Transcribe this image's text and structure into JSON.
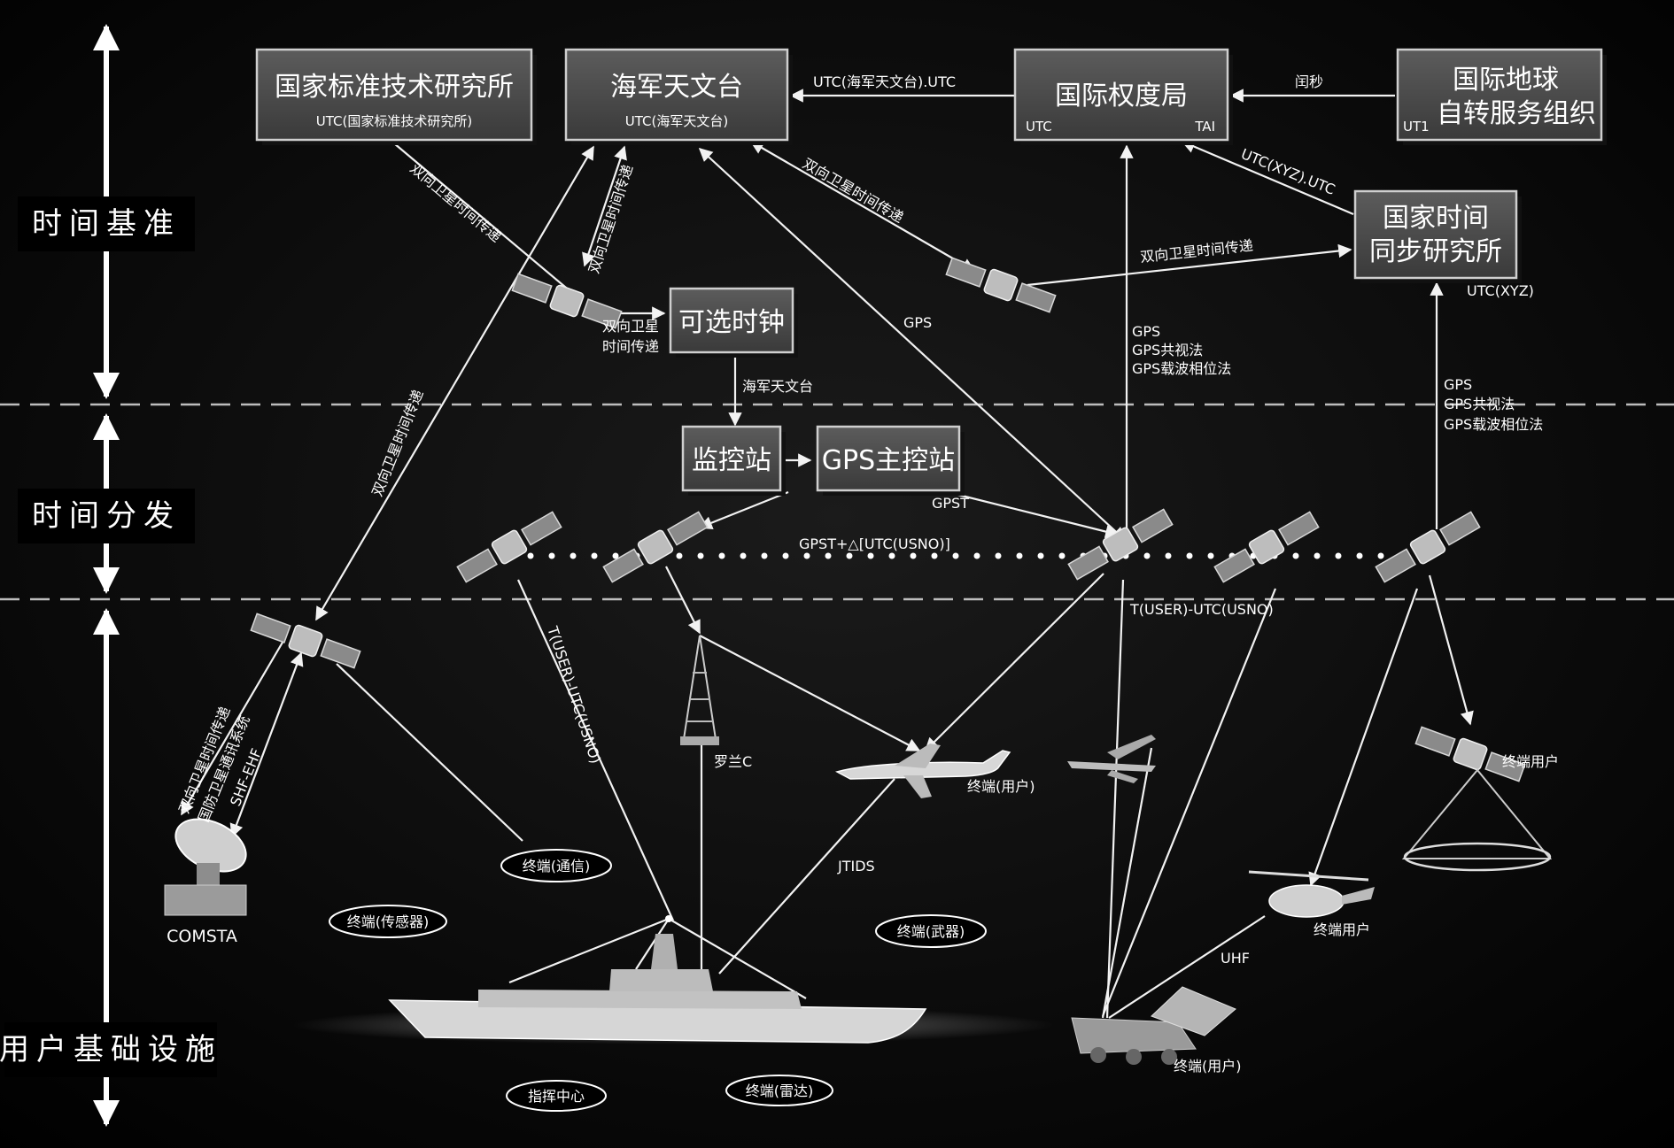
{
  "bands": {
    "time_reference": "时间基准",
    "time_distribution": "时间分发",
    "user_infrastructure": "用户基础设施"
  },
  "boxes": {
    "nist": {
      "title": "国家标准技术研究所",
      "sub": "UTC(国家标准技术研究所)"
    },
    "usno": {
      "title": "海军天文台",
      "sub": "UTC(海军天文台)"
    },
    "bipm": {
      "title": "国际权度局",
      "sub_left": "UTC",
      "sub_right": "TAI"
    },
    "iers": {
      "title_line1": "国际地球",
      "title_line2": "自转服务组织",
      "sub": "UT1"
    },
    "ntsc": {
      "title_line1": "国家时间",
      "title_line2": "同步研究所"
    },
    "optional_clock": {
      "title": "可选时钟"
    },
    "monitor_station": {
      "title": "监控站"
    },
    "gps_master": {
      "title": "GPS主控站"
    }
  },
  "labels": {
    "utc_usno_utc": "UTC(海军天文台).UTC",
    "leap_second": "闰秒",
    "utc_xyz_utc": "UTC(XYZ).UTC",
    "twsttt_1": "双向卫星时间传递",
    "twsttt_2": "双向卫星时间传递",
    "twsttt_3": "双向卫星时间传递",
    "twsttt_4": "双向卫星时间传递",
    "twsttt_split_1": "双向卫星",
    "twsttt_split_2": "时间传递",
    "twsttt_commsat_1": "双向卫星时间传递",
    "twsttt_commsat_2": "国防卫星通讯系统",
    "twsttt_commsat_3": "SHF-EHF",
    "gps_left": "GPS",
    "gps_mid_1": "GPS",
    "gps_mid_2": "GPS共视法",
    "gps_mid_3": "GPS载波相位法",
    "gps_right_1": "GPS",
    "gps_right_2": "GPS共视法",
    "gps_right_3": "GPS载波相位法",
    "utc_xyz": "UTC(XYZ)",
    "usno_small": "海军天文台",
    "gpst": "GPST",
    "gpst_delta": "GPST+△[UTC(USNO)]",
    "t_user_right": "T(USER)-UTC(USNO)",
    "t_user_left": "T(USER)-UTC(USNO)",
    "loran": "罗兰C",
    "jtids": "JTIDS",
    "uhf": "UHF",
    "comsta": "COMSTA",
    "terminal_user_plane": "终端(用户)",
    "terminal_user_right": "终端用户",
    "terminal_user_heli": "终端用户",
    "terminal_user_truck": "终端(用户)"
  },
  "ovals": {
    "comm": "终端(通信)",
    "sensor": "终端(传感器)",
    "weapon": "终端(武器)",
    "command": "指挥中心",
    "radar": "终端(雷达)"
  }
}
